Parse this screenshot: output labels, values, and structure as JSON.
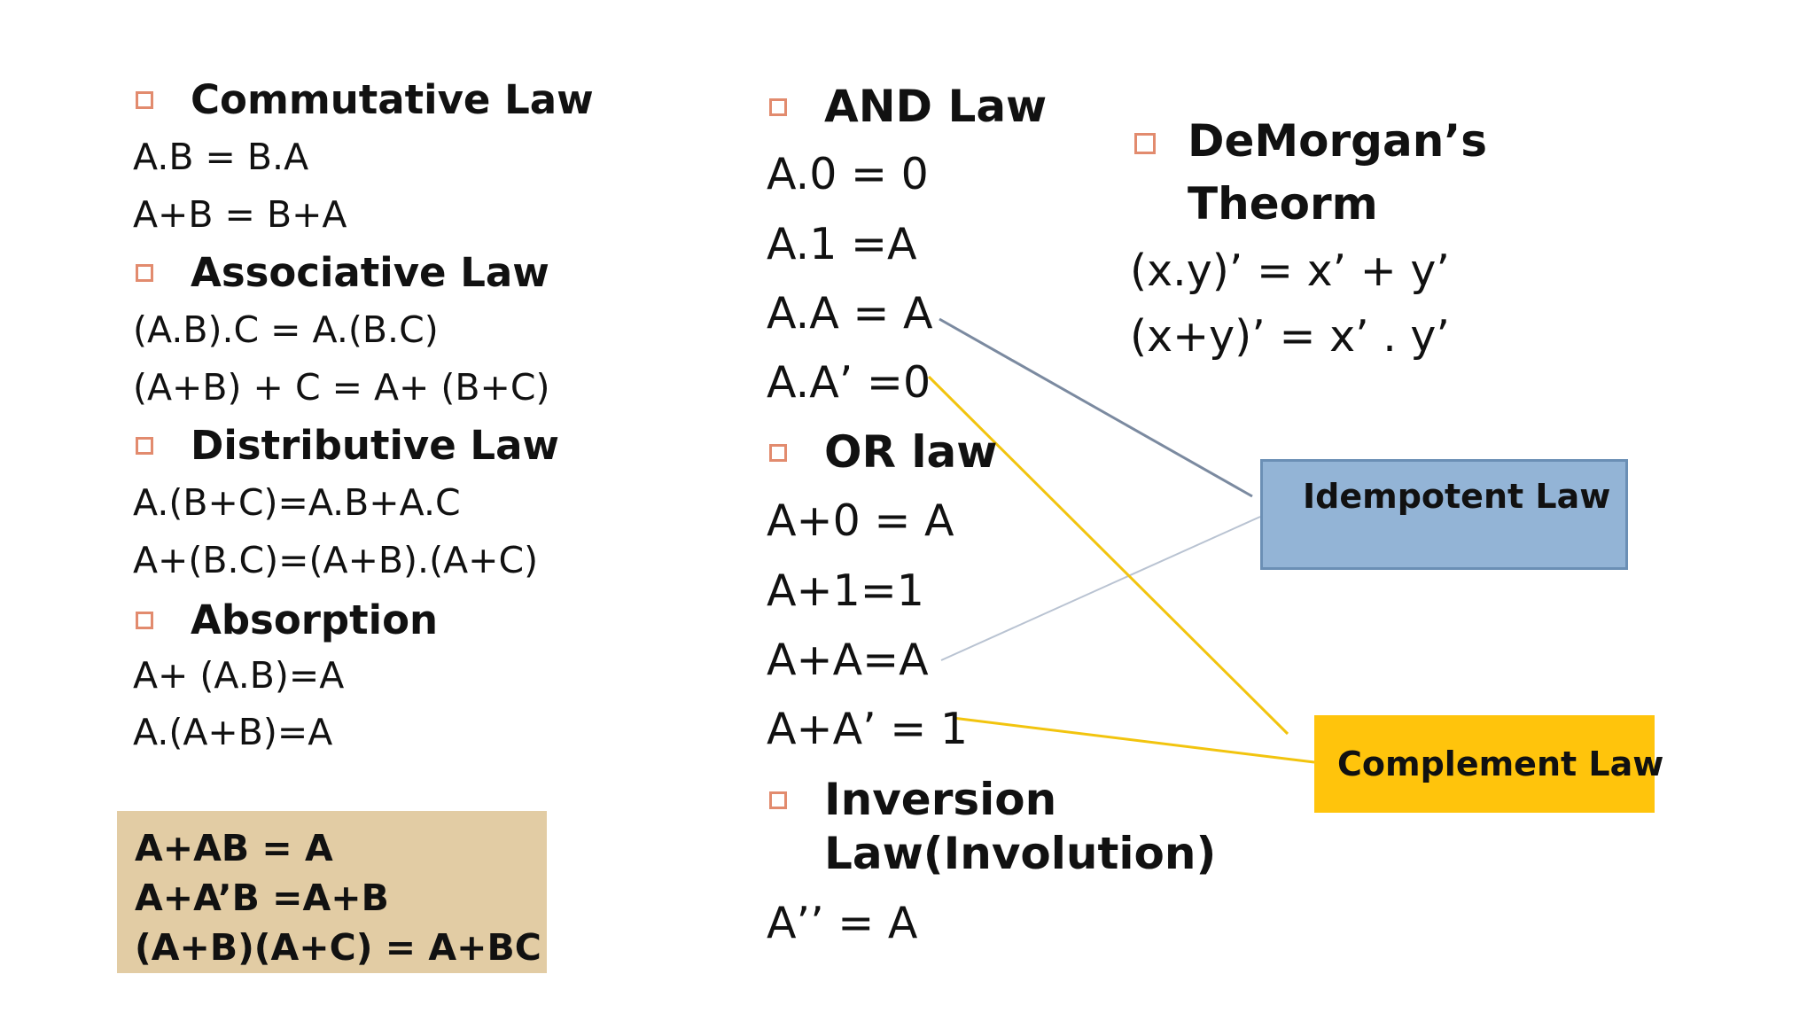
{
  "col1": {
    "sections": [
      {
        "heading": "Commutative Law",
        "formulas": [
          "A.B = B.A",
          "A+B = B+A"
        ]
      },
      {
        "heading": "Associative Law",
        "formulas": [
          "(A.B).C = A.(B.C)",
          "(A+B) + C = A+ (B+C)"
        ]
      },
      {
        "heading": "Distributive Law",
        "formulas": [
          "A.(B+C)=A.B+A.C",
          "A+(B.C)=(A+B).(A+C)"
        ]
      },
      {
        "heading": "Absorption",
        "formulas": [
          "A+ (A.B)=A",
          "A.(A+B)=A"
        ]
      }
    ],
    "box": {
      "lines": [
        "A+AB = A",
        "A+A’B =A+B",
        "(A+B)(A+C) = A+BC"
      ],
      "color": "#e2cca4"
    }
  },
  "col2": {
    "and_law": {
      "heading": "AND Law",
      "formulas": [
        "A.0 = 0",
        "A.1 =A",
        "A.A = A",
        "A.A’ =0"
      ]
    },
    "or_law": {
      "heading": "OR law",
      "formulas": [
        "A+0 = A",
        "A+1=1",
        "A+A=A",
        "A+A’ = 1"
      ]
    },
    "inversion": {
      "heading_line1": "Inversion",
      "heading_line2": "Law(Involution)",
      "formula": "A’’ = A"
    }
  },
  "col3": {
    "demorgan": {
      "heading_line1": "DeMorgan’s",
      "heading_line2": "Theorm",
      "formulas": [
        "(x.y)’ = x’ + y’",
        "(x+y)’ = x’ . y’"
      ]
    },
    "idempotent": {
      "label": "Idempotent  Law",
      "color": "#93b4d6"
    },
    "complement": {
      "label": "Complement Law",
      "color": "#ffc40c"
    }
  },
  "colors": {
    "bullet": "#e28b6e",
    "idempotent_line": "#7b8aa0",
    "complement_line": "#f2c40e"
  }
}
